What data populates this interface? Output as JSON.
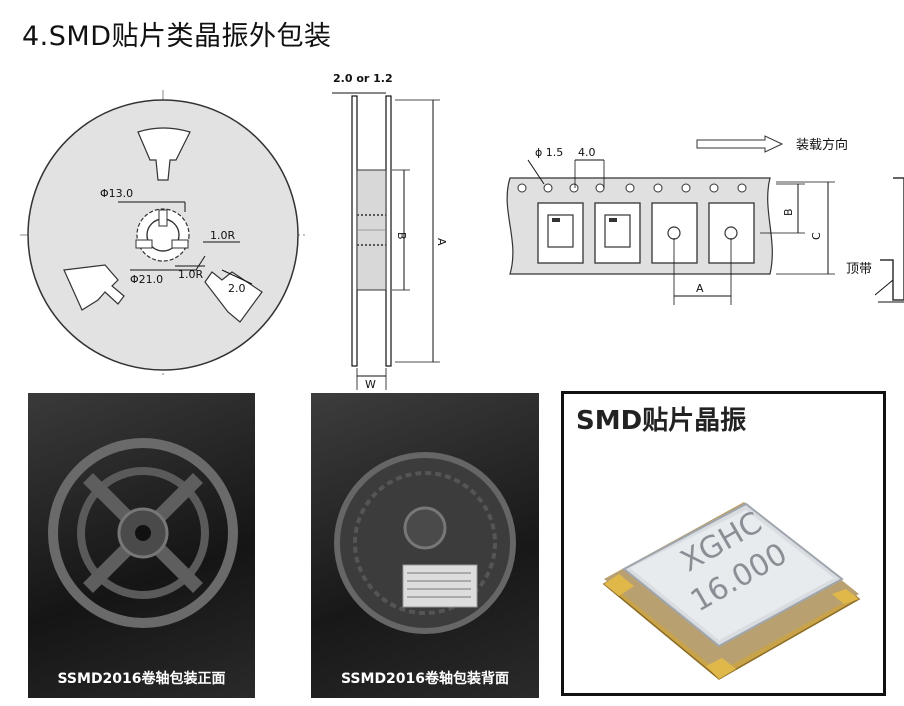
{
  "title": "4.SMD贴片类晶振外包装",
  "reel": {
    "phi13": "Φ13.0",
    "phi21": "Φ21.0",
    "r1": "1.0R",
    "r2": "1.0R",
    "dim2": "2.0"
  },
  "side_view": {
    "top_dim": "2.0 or 1.2",
    "A": "A",
    "B": "B",
    "W": "W"
  },
  "tape": {
    "phi15": "ϕ 1.5",
    "pitch": "4.0",
    "direction": "装载方向",
    "B": "B",
    "C": "C",
    "A": "A",
    "top_tape": "顶带"
  },
  "photos": {
    "front_label": "SSMD2016卷轴包装正面",
    "back_label": "SSMD2016卷轴包装背面"
  },
  "product": {
    "title": "SMD贴片晶振",
    "marking_line1": "XGHC",
    "marking_line2": "16.000"
  }
}
